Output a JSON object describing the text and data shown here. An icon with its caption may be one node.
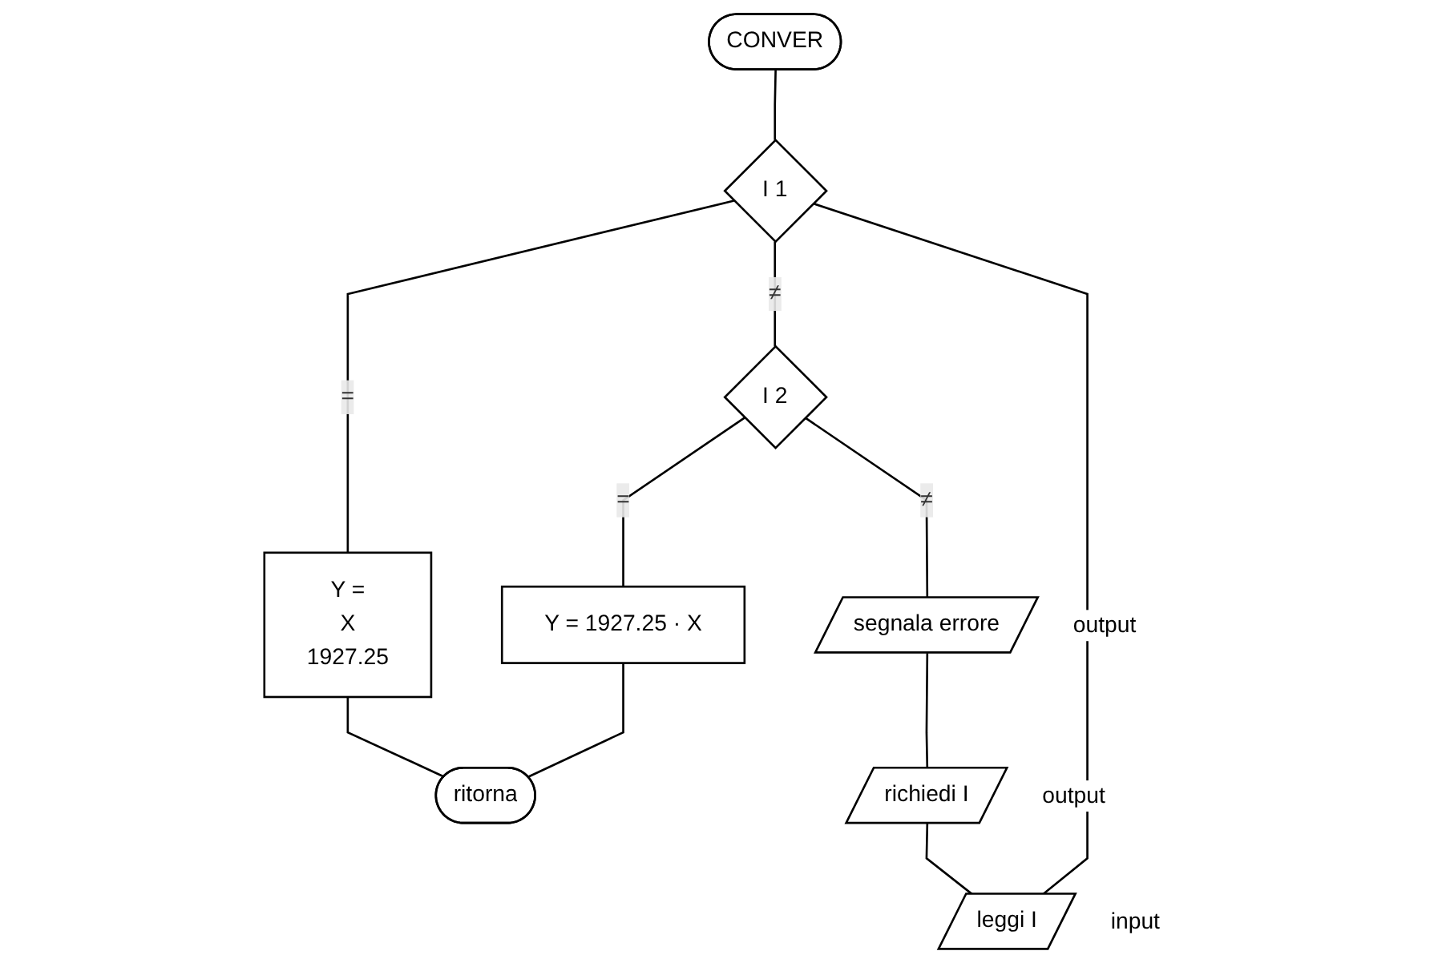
{
  "diagram": {
    "nodes": [
      {
        "text": [
          "CONVER"
        ]
      },
      {
        "text": [
          "I 1"
        ]
      },
      {
        "text": [
          "Y =",
          "X",
          "1927.25"
        ]
      },
      {
        "text": [
          "I 2"
        ]
      },
      {
        "text": [
          "Y = 1927.25 · X"
        ]
      },
      {
        "text": [
          "segnala errore"
        ],
        "beside": [
          "output"
        ]
      },
      {
        "text": [
          "richiedi I"
        ],
        "beside": [
          "output"
        ]
      },
      {
        "text": [
          "leggi I"
        ],
        "beside": [
          "input"
        ]
      },
      {
        "text": [
          "ritorna"
        ]
      }
    ],
    "edges": [
      {
        "from": 0,
        "to": 1,
        "arrow": "none"
      },
      {
        "from": 1,
        "to": 2,
        "arrow": "none",
        "label": "="
      },
      {
        "from": 1,
        "to": 3,
        "arrow": "none",
        "label": "≠"
      },
      {
        "from": 3,
        "to": 4,
        "arrow": "none",
        "label": "="
      },
      {
        "from": 3,
        "to": 5,
        "arrow": "none",
        "label": "≠"
      },
      {
        "from": 5,
        "to": 6,
        "arrow": "none"
      },
      {
        "from": 6,
        "to": 7,
        "arrow": "none"
      },
      {
        "from": 2,
        "to": 8,
        "arrow": "none"
      },
      {
        "from": 4,
        "to": 8,
        "arrow": "none"
      },
      {
        "from": 7,
        "to": 1,
        "arrow": "none"
      }
    ]
  }
}
